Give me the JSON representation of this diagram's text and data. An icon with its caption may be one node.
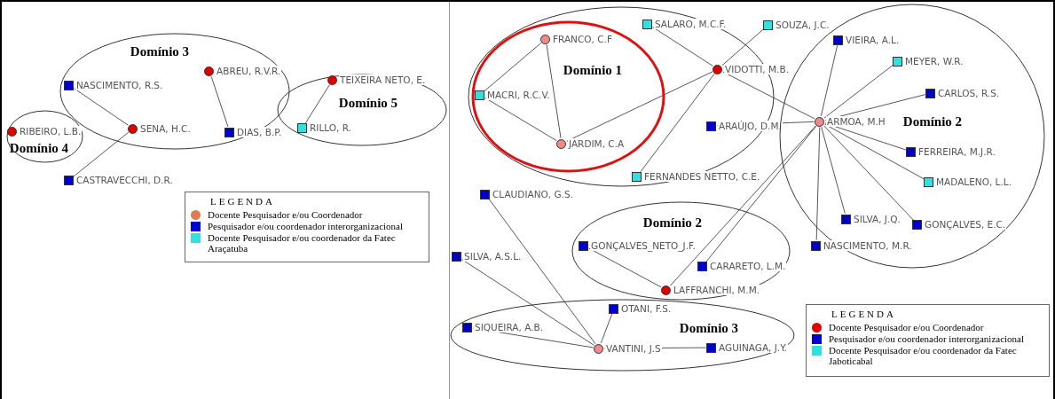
{
  "diagram": {
    "nodes": [
      {
        "text": [
          "Domínio 3"
        ]
      },
      {
        "text": [
          "NASCIMENTO, R.S."
        ],
        "in": 0
      },
      {
        "text": [
          "ABREU, R.V.R."
        ],
        "in": 0
      },
      {
        "text": [
          "SENA, H.C."
        ],
        "in": 0
      },
      {
        "text": [
          "DIAS, B.P."
        ],
        "in": 0
      },
      {
        "text": [
          "Domínio 4"
        ]
      },
      {
        "text": [
          "RIBEIRO, L.B."
        ],
        "in": 5
      },
      {
        "text": [
          "Domínio 5"
        ]
      },
      {
        "text": [
          "TEIXEIRA NETO, E."
        ],
        "in": 7
      },
      {
        "text": [
          "RILLO, R."
        ],
        "in": 7
      },
      {
        "text": [
          "CASTRAVECCHI, D.R."
        ]
      },
      {
        "text": [],
        "shape": "ellipse"
      },
      {
        "text": [
          "Domínio 1"
        ],
        "in": 11
      },
      {
        "text": [
          "FRANCO, C.F"
        ],
        "in": 12
      },
      {
        "text": [
          "MACRI, R.C.V."
        ],
        "in": 12
      },
      {
        "text": [
          "JARDIM, C.A"
        ],
        "in": 12
      },
      {
        "text": [
          "SALARO, M.C.F."
        ],
        "in": 11
      },
      {
        "text": [
          "VIDOTTI, M.B."
        ],
        "in": 11
      },
      {
        "text": [
          "ARAÚJO, D.M."
        ],
        "in": 11
      },
      {
        "text": [
          "FERNANDES NETTO, C.E."
        ],
        "in": 11
      },
      {
        "text": [
          "SOUZA, J.C."
        ]
      },
      {
        "text": [
          "Domínio 2"
        ]
      },
      {
        "text": [
          "VIEIRA, A.L."
        ],
        "in": 21
      },
      {
        "text": [
          "MEYER, W.R."
        ],
        "in": 21
      },
      {
        "text": [
          "CARLOS, R.S."
        ],
        "in": 21
      },
      {
        "text": [
          "ARMOA, M.H"
        ],
        "in": 21
      },
      {
        "text": [
          "FERREIRA, M.J.R."
        ],
        "in": 21
      },
      {
        "text": [
          "MADALENO, L.L."
        ],
        "in": 21
      },
      {
        "text": [
          "SILVA, J.Q."
        ],
        "in": 21
      },
      {
        "text": [
          "GONÇALVES, E.C."
        ],
        "in": 21
      },
      {
        "text": [
          "NASCIMENTO, M.R."
        ],
        "in": 21
      },
      {
        "text": [
          "CLAUDIANO, G.S."
        ]
      },
      {
        "text": [
          "Domínio 2"
        ]
      },
      {
        "text": [
          "GONÇALVES_NETO_J.F."
        ],
        "in": 32
      },
      {
        "text": [
          "LAFFRANCHI, M.M."
        ],
        "in": 32
      },
      {
        "text": [
          "CARARETO, L.M."
        ],
        "in": 32
      },
      {
        "text": [
          "SILVA, A.S.L."
        ]
      },
      {
        "text": [
          "Domínio 3"
        ]
      },
      {
        "text": [
          "OTANI, F.S."
        ],
        "in": 37
      },
      {
        "text": [
          "SIQUEIRA, A.B."
        ],
        "in": 37
      },
      {
        "text": [
          "VANTINI, J.S"
        ],
        "in": 37
      },
      {
        "text": [
          "AGUINAGA, J.Y."
        ],
        "in": 37
      }
    ],
    "edges": [
      {
        "from": 1,
        "to": 3,
        "arrow": "none"
      },
      {
        "from": 3,
        "to": 10,
        "arrow": "none"
      },
      {
        "from": 2,
        "to": 4,
        "arrow": "none"
      },
      {
        "from": 8,
        "to": 9,
        "arrow": "none"
      },
      {
        "from": 13,
        "to": 14,
        "arrow": "none"
      },
      {
        "from": 13,
        "to": 15,
        "arrow": "none"
      },
      {
        "from": 14,
        "to": 15,
        "arrow": "none"
      },
      {
        "from": 15,
        "to": 17,
        "arrow": "none"
      },
      {
        "from": 16,
        "to": 17,
        "arrow": "none"
      },
      {
        "from": 20,
        "to": 17,
        "arrow": "none"
      },
      {
        "from": 17,
        "to": 25,
        "arrow": "none"
      },
      {
        "from": 17,
        "to": 19,
        "arrow": "none"
      },
      {
        "from": 18,
        "to": 25,
        "arrow": "none"
      },
      {
        "from": 25,
        "to": 22,
        "arrow": "none"
      },
      {
        "from": 25,
        "to": 23,
        "arrow": "none"
      },
      {
        "from": 25,
        "to": 24,
        "arrow": "none"
      },
      {
        "from": 25,
        "to": 26,
        "arrow": "none"
      },
      {
        "from": 25,
        "to": 27,
        "arrow": "none"
      },
      {
        "from": 25,
        "to": 29,
        "arrow": "none"
      },
      {
        "from": 25,
        "to": 28,
        "arrow": "none"
      },
      {
        "from": 25,
        "to": 30,
        "arrow": "none"
      },
      {
        "from": 25,
        "to": 35,
        "arrow": "none"
      },
      {
        "from": 25,
        "to": 34,
        "arrow": "none"
      },
      {
        "from": 34,
        "to": 33,
        "arrow": "none"
      },
      {
        "from": 40,
        "to": 31,
        "arrow": "none"
      },
      {
        "from": 40,
        "to": 36,
        "arrow": "none"
      },
      {
        "from": 40,
        "to": 39,
        "arrow": "none"
      },
      {
        "from": 40,
        "to": 38,
        "arrow": "none"
      },
      {
        "from": 40,
        "to": 41,
        "arrow": "none"
      }
    ],
    "labels": [
      "LEGENDA",
      "LEGENDA"
    ],
    "legend": [
      {
        "text": "Docente Pesquisador e/ou Coordenador",
        "color": "#e07a50"
      },
      {
        "text": "Pesquisador e/ou coordenador interorganizacional",
        "color": "#0000cc"
      },
      {
        "text": "Docente Pesquisador e/ou coordenador da Fatec Araçatuba",
        "color": "#33e0e0"
      },
      {
        "text": "Docente Pesquisador e/ou Coordenador",
        "color": "#e00000"
      },
      {
        "text": "Pesquisador e/ou coordenador interorganizacional",
        "color": "#0000cc"
      },
      {
        "text": "Docente Pesquisador e/ou coordenador da Fatec Jaboticabal",
        "color": "#33e0e0"
      }
    ]
  }
}
